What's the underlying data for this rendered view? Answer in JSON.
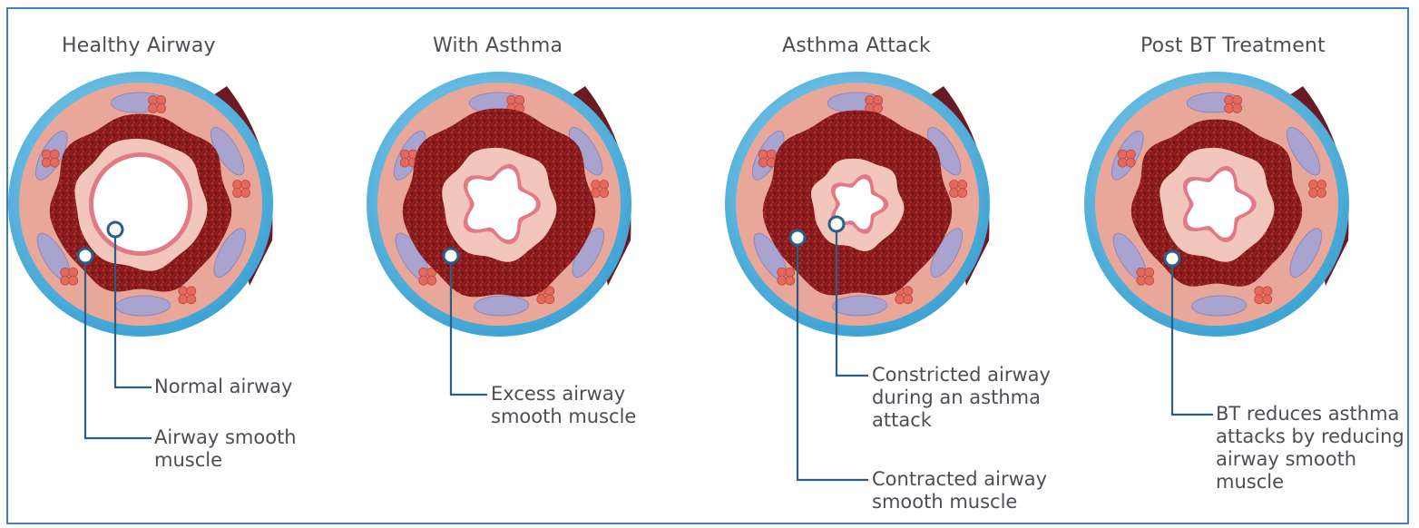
{
  "panels": [
    {
      "title": "Healthy Airway",
      "callouts": [
        {
          "lines": [
            "Normal airway"
          ]
        },
        {
          "lines": [
            "Airway smooth",
            "muscle"
          ]
        }
      ]
    },
    {
      "title": "With Asthma",
      "callouts": [
        {
          "lines": [
            "Excess airway",
            "smooth muscle"
          ]
        }
      ]
    },
    {
      "title": "Asthma Attack",
      "callouts": [
        {
          "lines": [
            "Constricted airway",
            "during an asthma",
            "attack"
          ]
        },
        {
          "lines": [
            "Contracted airway",
            "smooth muscle"
          ]
        }
      ]
    },
    {
      "title": "Post BT Treatment",
      "callouts": [
        {
          "lines": [
            "BT reduces asthma",
            "attacks by reducing",
            "airway smooth",
            "muscle"
          ]
        }
      ]
    }
  ],
  "colors": {
    "frame": "#3f7fbf",
    "outer_ring": "#5fb6de",
    "tissue": "#e9a79a",
    "muscle": "#8a1c1e",
    "mucosa": "#f3c6bb",
    "lumen_edge": "#e27a86",
    "lumen": "#ffffff",
    "leader_line": "#2a5f87",
    "text": "#4b4f55"
  }
}
